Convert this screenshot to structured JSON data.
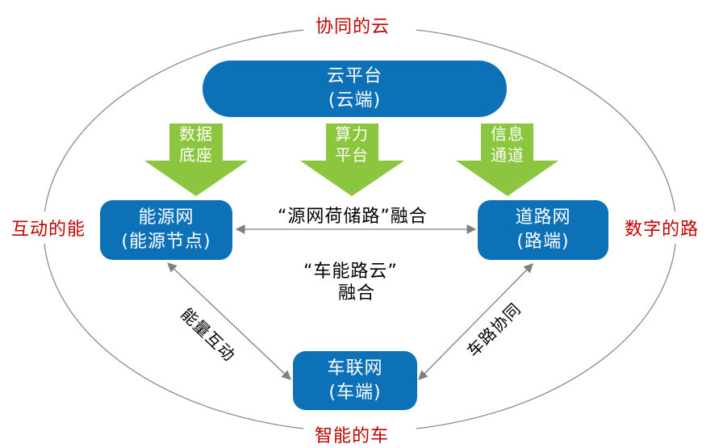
{
  "outer_labels": {
    "top": "协同的云",
    "left": "互动的能",
    "right": "数字的路",
    "bottom": "智能的车"
  },
  "nodes": {
    "cloud": {
      "line1": "云平台",
      "line2": "(云端)"
    },
    "energy": {
      "line1": "能源网",
      "line2": "(能源节点)"
    },
    "road": {
      "line1": "道路网",
      "line2": "(路端)"
    },
    "vehicle": {
      "line1": "车联网",
      "line2": "(车端)"
    }
  },
  "down_arrows": [
    {
      "line1": "数据",
      "line2": "底座"
    },
    {
      "line1": "算力",
      "line2": "平台"
    },
    {
      "line1": "信息",
      "line2": "通道"
    }
  ],
  "connections": {
    "energy_road": "“源网荷储路”融合",
    "center_line1": "“车能路云”",
    "center_line2": "融合",
    "energy_vehicle": "能量互动",
    "road_vehicle": "车路协同"
  },
  "colors": {
    "node_fill": "#0d71b8",
    "arrow_fill": "#8cc63f",
    "label_red": "#c00000",
    "ellipse": "#8c8c8c",
    "connector": "#7f7f7f"
  }
}
